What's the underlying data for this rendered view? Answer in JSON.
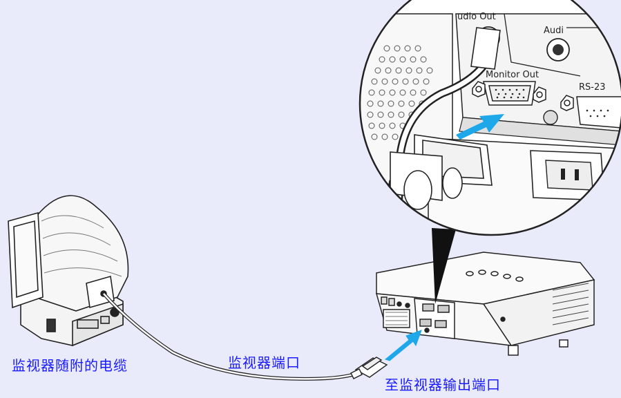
{
  "background_color": "#e9ebfb",
  "caption_color": "#1a1aff",
  "arrow_color": "#1ea8ea",
  "captions": {
    "monitor_cable": "监视器随附的电缆",
    "monitor_port": "监视器端口",
    "to_monitor_out": "至监视器输出端口"
  },
  "port_labels": {
    "audio_out": "udio Out",
    "audio_in": "Audi",
    "monitor_out": "Monitor Out",
    "rs232": "RS-23"
  }
}
